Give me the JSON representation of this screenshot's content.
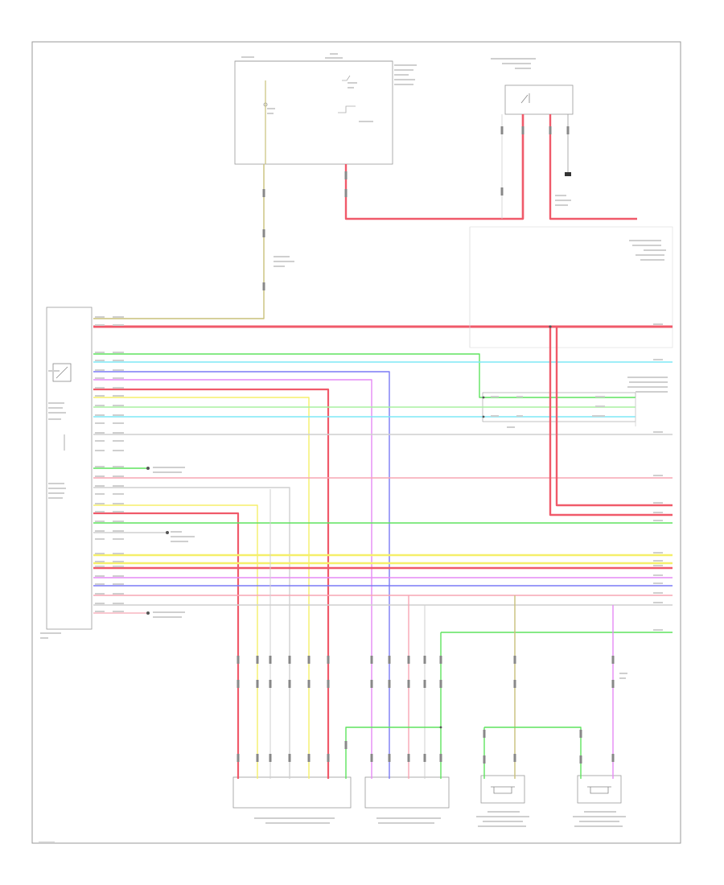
{
  "colors": {
    "red": "#f05a6a",
    "pink": "#f7a6b4",
    "green": "#5fe35f",
    "lightgreen": "#a8f0a0",
    "cyan": "#7fe8f5",
    "yellow": "#f5ef6a",
    "violet": "#e58af5",
    "blue": "#7a7af5",
    "gray": "#cfcfcf",
    "olive": "#c9c07a",
    "frame": "#9a9a9a"
  },
  "wires": [
    {
      "id": "w1",
      "color": "olive"
    },
    {
      "id": "w2",
      "color": "red"
    },
    {
      "id": "w3",
      "color": "green"
    },
    {
      "id": "w4",
      "color": "cyan"
    },
    {
      "id": "w5",
      "color": "blue"
    },
    {
      "id": "w6",
      "color": "violet"
    },
    {
      "id": "w7",
      "color": "red"
    },
    {
      "id": "w8",
      "color": "yellow"
    },
    {
      "id": "w9",
      "color": "lightgreen"
    },
    {
      "id": "w10",
      "color": "cyan"
    },
    {
      "id": "w11",
      "color": "gray"
    },
    {
      "id": "w12",
      "color": "green"
    },
    {
      "id": "w13",
      "color": "pink"
    },
    {
      "id": "w14",
      "color": "gray"
    },
    {
      "id": "w15",
      "color": "yellow"
    },
    {
      "id": "w16",
      "color": "red"
    },
    {
      "id": "w17",
      "color": "green"
    },
    {
      "id": "w18",
      "color": "gray"
    },
    {
      "id": "w19",
      "color": "yellow"
    },
    {
      "id": "w20",
      "color": "red"
    },
    {
      "id": "w21",
      "color": "violet"
    },
    {
      "id": "w22",
      "color": "blue"
    },
    {
      "id": "w23",
      "color": "pink"
    },
    {
      "id": "w24",
      "color": "gray"
    }
  ]
}
